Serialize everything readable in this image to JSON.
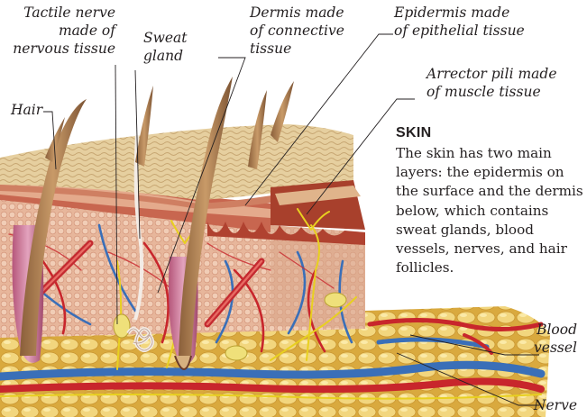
{
  "labels": {
    "tactile_nerve": "Tactile nerve\nmade of\nnervous tissue",
    "sweat_gland": "Sweat\ngland",
    "dermis": "Dermis made\nof connective\ntissue",
    "epidermis": "Epidermis made\nof epithelial tissue",
    "arrector_pili": "Arrector pili made\nof muscle tissue",
    "hair": "Hair",
    "blood_vessel": "Blood\nvessel",
    "nerve": "Nerve"
  },
  "skin_panel": {
    "title": "SKIN",
    "body": "The skin has two main layers: the epidermis on the surface and the dermis below, which contains sweat glands, blood vessels, nerves, and hair follicles."
  },
  "colors": {
    "fat": "#f0d27a",
    "dermis": "#e9b79a",
    "epidermis_top": "#d9b98a",
    "epidermis_layer": "#b84a3a",
    "artery": "#c8262c",
    "vein": "#3a6fb8",
    "nerve": "#e8d020",
    "hair": "#a7774d",
    "leader_line": "#231f20"
  }
}
